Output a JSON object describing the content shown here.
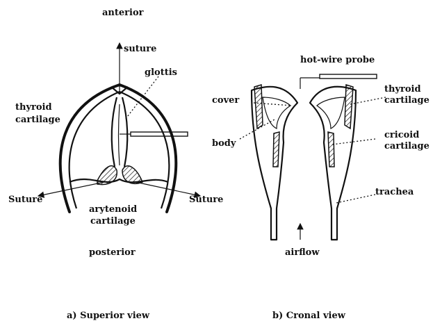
{
  "superior": {
    "anterior": "anterior",
    "suture_top": "suture",
    "glottis": "glottis",
    "thyroid_line1": "thyroid",
    "thyroid_line2": "cartilage",
    "suture_left": "Suture",
    "suture_right": "Suture",
    "arytenoid_line1": "arytenoid",
    "arytenoid_line2": "cartilage",
    "posterior": "posterior",
    "caption": "a) Superior view"
  },
  "coronal": {
    "probe": "hot-wire probe",
    "cover": "cover",
    "body": "body",
    "thyroid_line1": "thyroid",
    "thyroid_line2": "cartilage",
    "cricoid_line1": "cricoid",
    "cricoid_line2": "cartilage",
    "trachea": "trachea",
    "airflow": "airflow",
    "caption": "b) Cronal view"
  }
}
